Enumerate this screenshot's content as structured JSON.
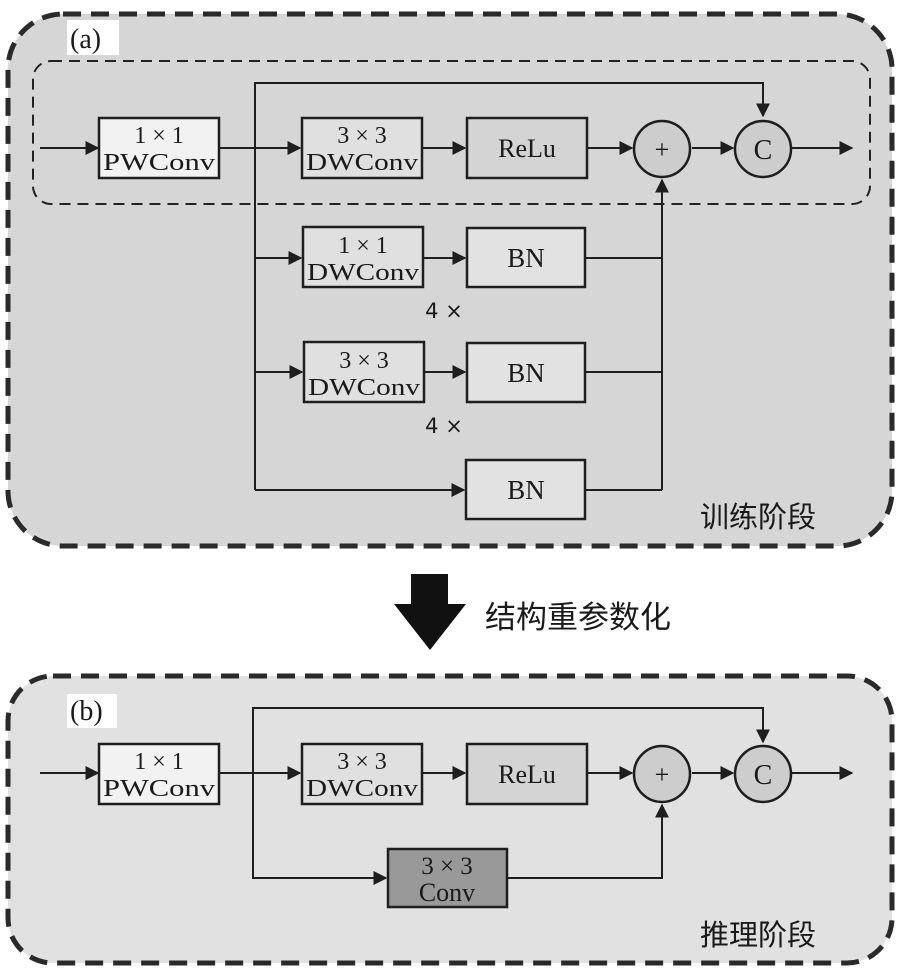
{
  "panel_a": {
    "label": "(a)",
    "stage_label": "训练阶段",
    "main_path": {
      "pwconv": {
        "line1": "1 × 1",
        "line2": "PWConv"
      },
      "dwconv": {
        "line1": "3 × 3",
        "line2": "DWConv"
      },
      "relu": "ReLu",
      "add": "+",
      "concat": "C"
    },
    "branches": [
      {
        "conv": {
          "line1": "1 × 1",
          "line2": "DWConv"
        },
        "bn": "BN",
        "repeat": "4 ×"
      },
      {
        "conv": {
          "line1": "3 × 3",
          "line2": "DWConv"
        },
        "bn": "BN",
        "repeat": "4 ×"
      },
      {
        "bn": "BN"
      }
    ]
  },
  "transition": {
    "label": "结构重参数化"
  },
  "panel_b": {
    "label": "(b)",
    "stage_label": "推理阶段",
    "main_path": {
      "pwconv": {
        "line1": "1 × 1",
        "line2": "PWConv"
      },
      "dwconv": {
        "line1": "3 × 3",
        "line2": "DWConv"
      },
      "relu": "ReLu",
      "add": "+",
      "concat": "C"
    },
    "conv_branch": {
      "line1": "3 × 3",
      "line2": "Conv"
    }
  },
  "colors": {
    "panel_a_bg": "#d6d6d6",
    "panel_b_bg": "#e1e1e1",
    "pwconv_fill": "#f2f2f2",
    "dwconv_fill": "#e0e0e0",
    "relu_fill": "#d4d4d4",
    "bn_fill": "#e2e2e2",
    "op_fill": "#cdcdcd",
    "conv_fill": "#999999",
    "stroke": "#1e1e1e"
  }
}
